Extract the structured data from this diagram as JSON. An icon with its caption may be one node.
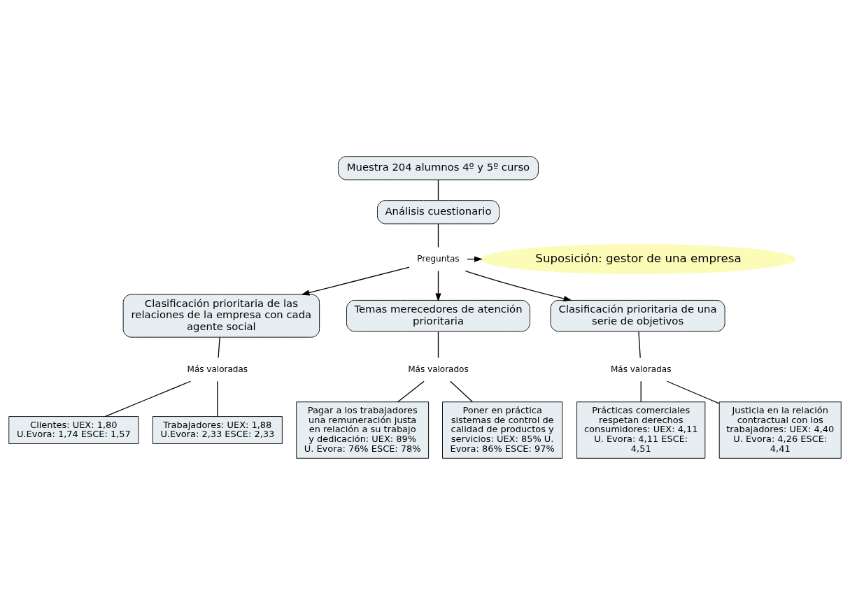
{
  "diagram": {
    "nodes": [
      {
        "text": [
          "Muestra 204 alumnos 4º y 5º curso"
        ]
      },
      {
        "text": [
          "Suposición: gestor de una empresa"
        ]
      },
      {
        "text": [
          "Análisis cuestionario"
        ]
      },
      {
        "text": [
          "Preguntas"
        ]
      },
      {
        "text": [
          "Clasificación prioritaria de las relaciones de la empresa con cada agente social"
        ]
      },
      {
        "text": [
          "Temas merecedores de atención prioritaria"
        ]
      },
      {
        "text": [
          "Más valoradas"
        ]
      },
      {
        "text": [
          "Clasificación prioritaria de una serie de objetivos"
        ]
      },
      {
        "text": [
          "Más valorados"
        ]
      },
      {
        "text": [
          "Clientes: UEX: 1,80 U.Evora: 1,74 ESCE: 1,57"
        ]
      },
      {
        "text": [
          "Trabajadores: UEX: 1,88 U.Evora: 2,33 ESCE: 2,33"
        ]
      },
      {
        "text": [
          "Pagar a los trabajadores una remuneración justa en relación a su trabajo y dedicación: UEX: 89% U. Evora: 76% ESCE: 78%"
        ]
      },
      {
        "text": [
          "Más valoradas"
        ]
      },
      {
        "text": [
          "Prácticas comerciales respetan derechos consumidores: UEX: 4,11 U. Evora: 4,11 ESCE: 4,51"
        ]
      },
      {
        "text": [
          "Justicia en la relación contractual con los trabajadores: UEX: 4,40 U. Evora: 4,26 ESCE: 4,41"
        ]
      },
      {
        "text": [
          "Poner en práctica sistemas de control de calidad de productos y servicios: UEX: 85% U. Evora: 86% ESCE: 97%"
        ]
      }
    ],
    "edges": [
      {
        "from": 0,
        "to": 2,
        "arrow": "none"
      },
      {
        "from": 2,
        "to": 3,
        "arrow": "none"
      },
      {
        "from": 3,
        "to": 1,
        "arrow": "to"
      },
      {
        "from": 3,
        "to": 4,
        "arrow": "to"
      },
      {
        "from": 3,
        "to": 7,
        "arrow": "to"
      },
      {
        "from": 3,
        "to": 5,
        "arrow": "to"
      },
      {
        "from": 4,
        "to": 6,
        "arrow": "none"
      },
      {
        "from": 6,
        "to": 9,
        "arrow": "none"
      },
      {
        "from": 6,
        "to": 10,
        "arrow": "none"
      },
      {
        "from": 7,
        "to": 12,
        "arrow": "none"
      },
      {
        "from": 12,
        "to": 13,
        "arrow": "none"
      },
      {
        "from": 12,
        "to": 14,
        "arrow": "none"
      },
      {
        "from": 5,
        "to": 8,
        "arrow": "none"
      },
      {
        "from": 8,
        "to": 11,
        "arrow": "none"
      },
      {
        "from": 8,
        "to": 15,
        "arrow": "none"
      }
    ]
  }
}
